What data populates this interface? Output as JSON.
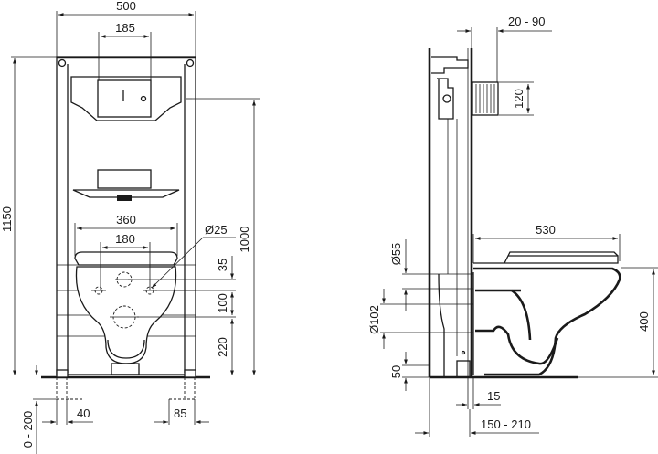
{
  "drawing": {
    "title": "Wall-hung WC installation frame dimensional drawing",
    "units": "mm",
    "front_view": {
      "dimensions": {
        "frame_width": "500",
        "flush_plate_width": "185",
        "frame_height": "1150",
        "height_to_flush": "1000",
        "fixing_width": "360",
        "bolt_spacing": "180",
        "bolt_diameter": "Ø25",
        "bolt_offset": "35",
        "outlet_offset": "100",
        "outlet_height": "220",
        "foot_adjust": "0 - 200",
        "foot_left": "40",
        "foot_right": "85"
      }
    },
    "side_view": {
      "dimensions": {
        "depth_adjust": "20 - 90",
        "connection_height": "120",
        "pan_projection": "530",
        "inlet_diameter": "Ø55",
        "outlet_diameter": "Ø102",
        "rim_height": "400",
        "floor_gap": "50",
        "wall_gap": "15",
        "frame_depth": "150 - 210"
      }
    }
  }
}
